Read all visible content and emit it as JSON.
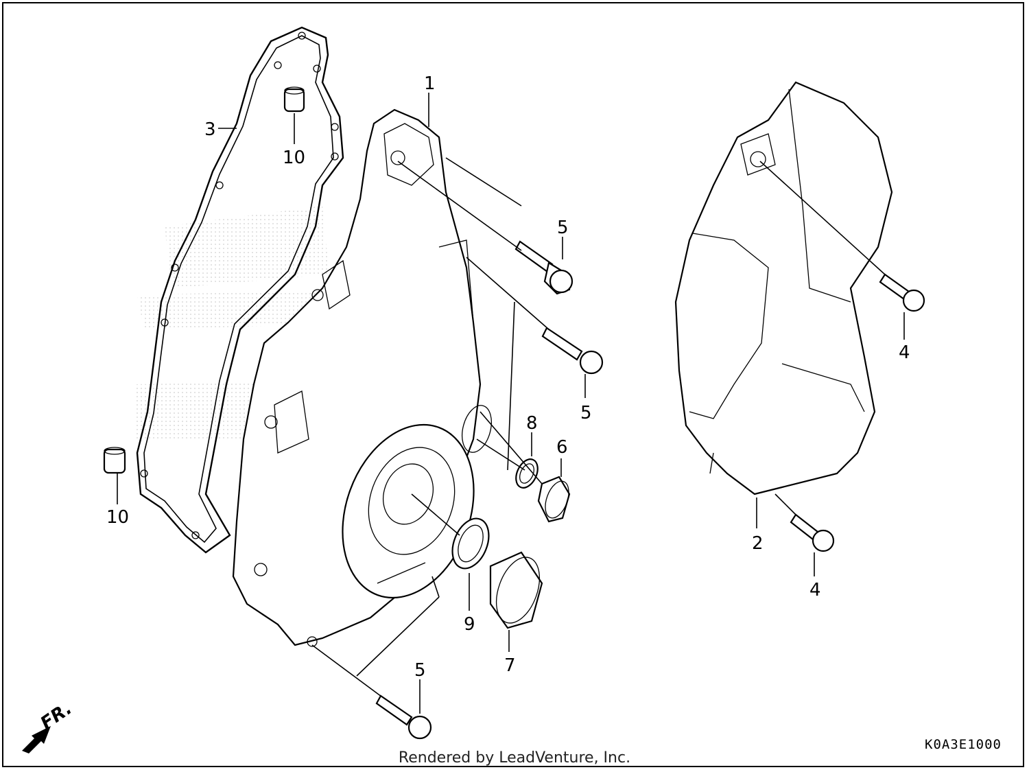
{
  "diagram": {
    "callouts": {
      "c1": "1",
      "c2": "2",
      "c3": "3",
      "c4a": "4",
      "c4b": "4",
      "c5a": "5",
      "c5b": "5",
      "c5c": "5",
      "c6": "6",
      "c7": "7",
      "c8": "8",
      "c9": "9",
      "c10a": "10",
      "c10b": "10"
    },
    "direction_label": "FR.",
    "diagram_code": "K0A3E1000",
    "footer": "Rendered by LeadVenture, Inc."
  }
}
